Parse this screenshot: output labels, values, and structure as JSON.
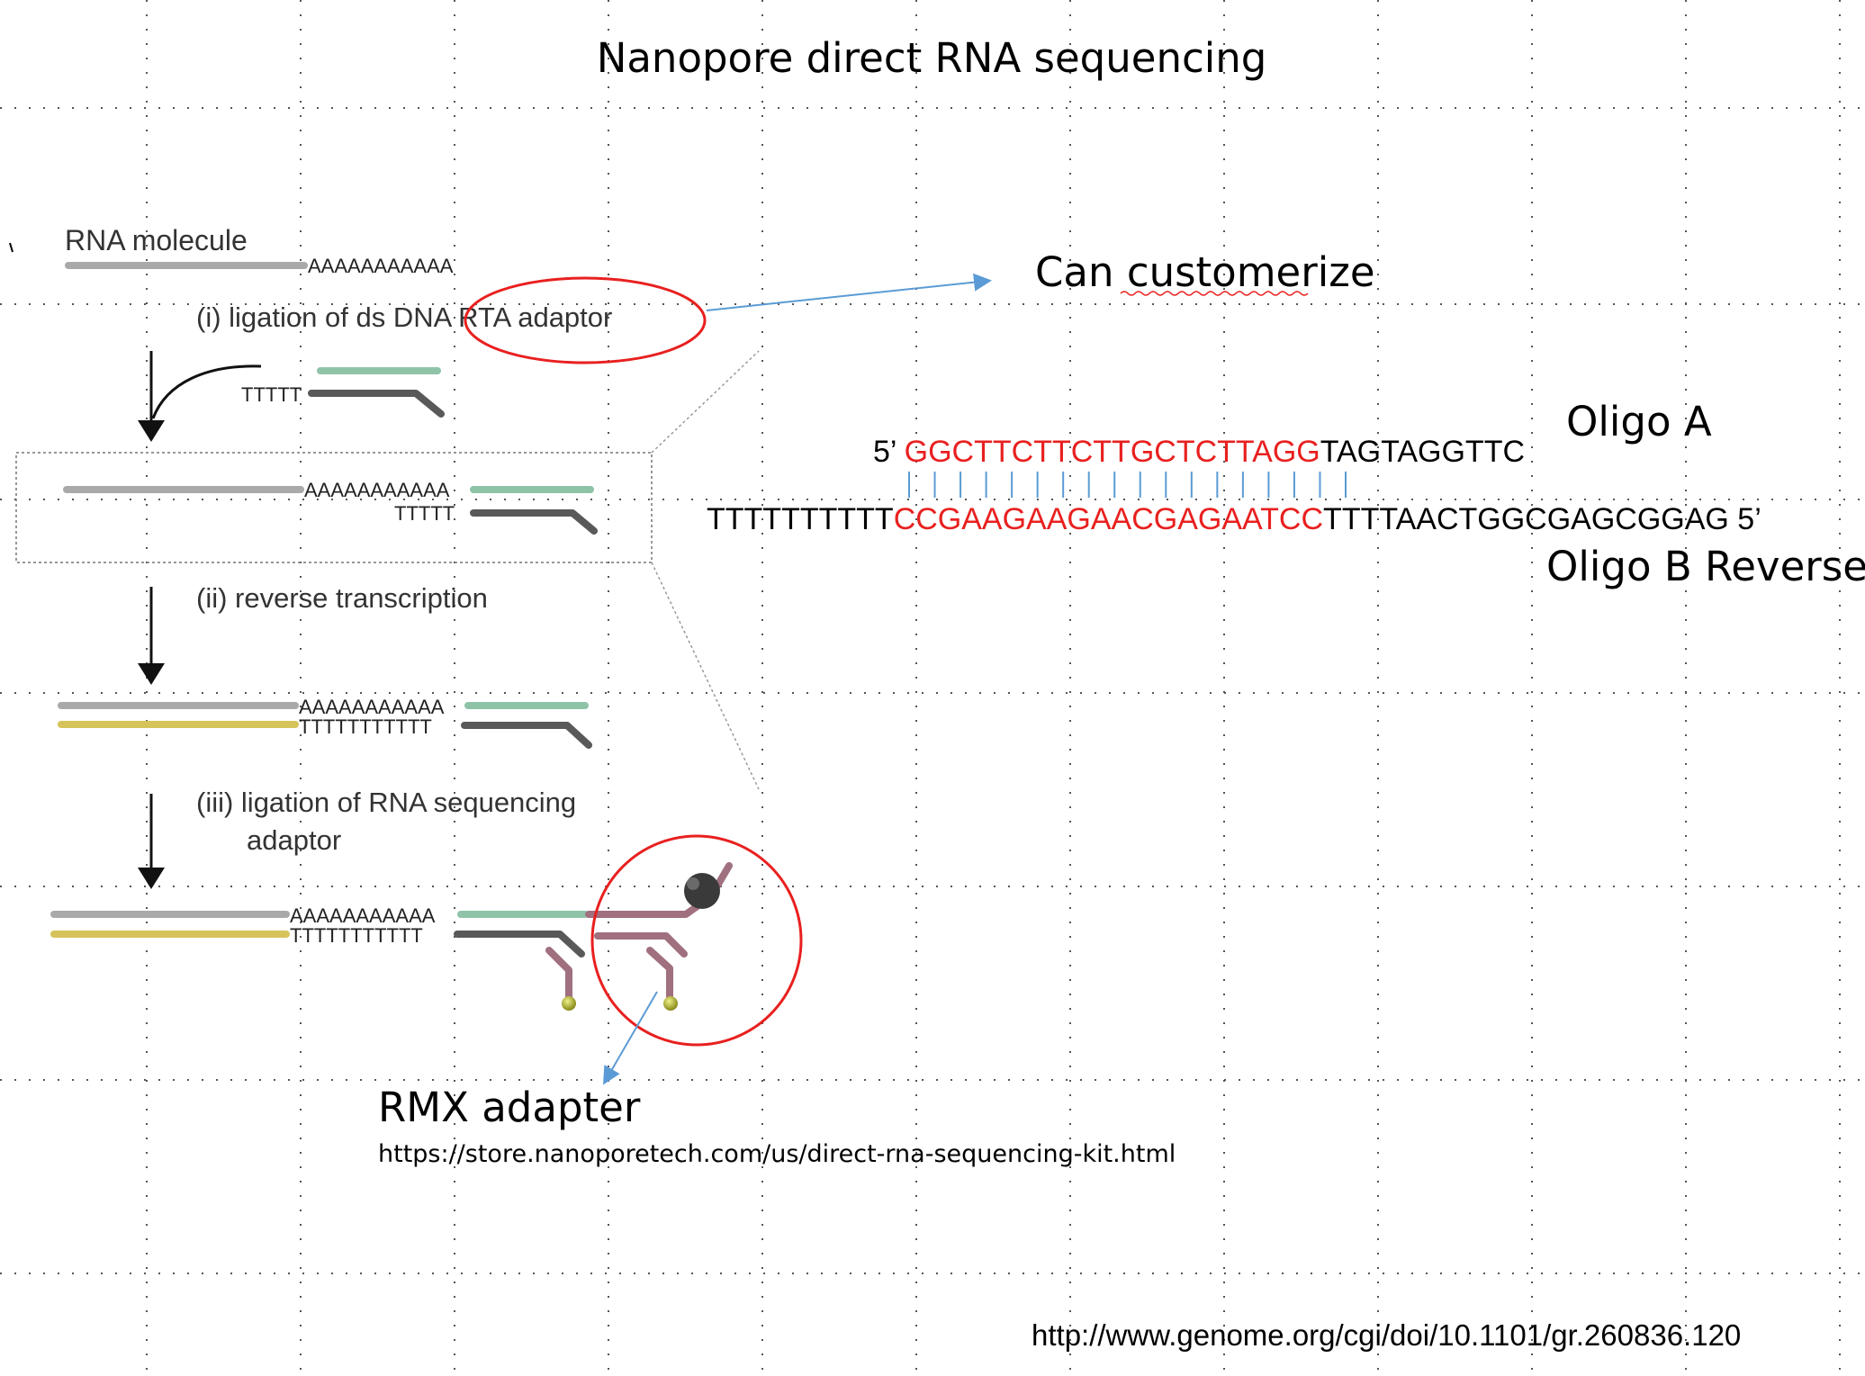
{
  "title": "Nanopore direct RNA sequencing",
  "customize_note": "Can customerize",
  "steps": {
    "rna_label": "RNA molecule",
    "step1": "(i) ligation of ds DNA RTA adaptor",
    "step2": "(ii) reverse transcription",
    "step3_line1": "(iii) ligation of RNA sequencing",
    "step3_line2": "adaptor"
  },
  "strand_text": {
    "polyA": "AAAAAAAAAAA",
    "polyT5": "TTTTT",
    "polyT11": "TTTTTTTTTTT"
  },
  "oligo_a": {
    "label": "Oligo A",
    "prefix": "5’ ",
    "highlight": "GGCTTCTTCTTGCTCTTAGG",
    "suffix": "TAGTAGGTTC"
  },
  "oligo_b": {
    "label": "Oligo B Reverse",
    "prefix": "TTTTTTTTTT",
    "highlight": "CCGAAGAAGAACGAGAATCC",
    "suffix": "TTTTAACTGGCGAGCGGAG 5’"
  },
  "rmx": {
    "label": "RMX adapter",
    "url": "https://store.nanoporetech.com/us/direct-rna-sequencing-kit.html"
  },
  "citation": "http://www.genome.org/cgi/doi/10.1101/gr.260836.120",
  "colors": {
    "highlight_red": "#e8201f",
    "annotation_circle": "#e8201f",
    "callout_arrow": "#5b9bd5",
    "rna_grey": "#a9a9a9",
    "adaptor_green": "#8ec3a8",
    "adaptor_dark": "#595959",
    "cdna_yellow": "#d6c35a",
    "motor_mauve": "#a0707f"
  }
}
